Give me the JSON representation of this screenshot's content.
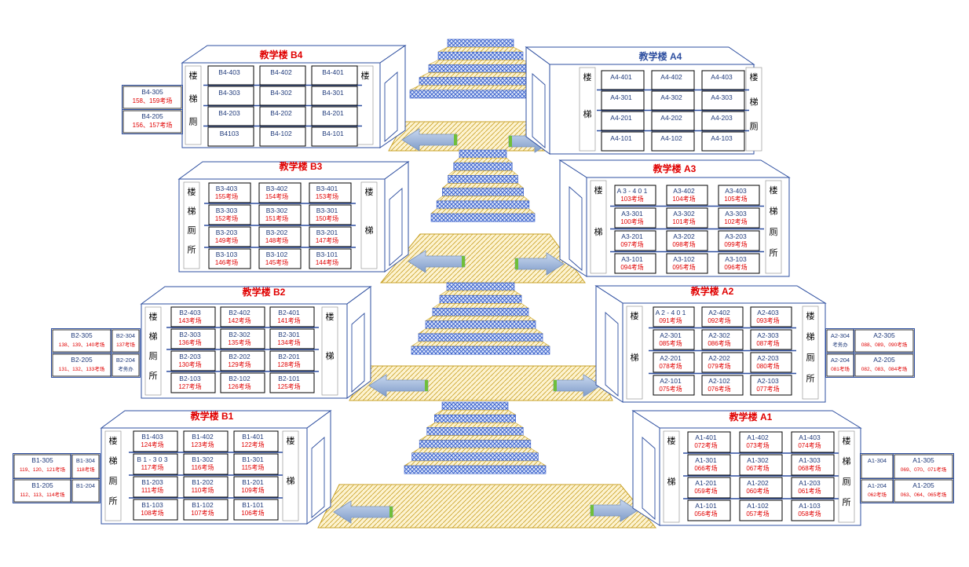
{
  "buildings": [
    {
      "key": "B4",
      "title": "教学楼 B4",
      "title_color": "#e00000",
      "labels": {
        "stair": [
          "楼",
          "梯",
          "厕"
        ],
        "stair_right": [
          "楼"
        ]
      },
      "rooms": [
        [
          "B4-403",
          ""
        ],
        [
          "B4-402",
          ""
        ],
        [
          "B4-401",
          ""
        ],
        [
          "B4-303",
          ""
        ],
        [
          "B4-302",
          ""
        ],
        [
          "B4-301",
          ""
        ],
        [
          "B4-203",
          ""
        ],
        [
          "B4-202",
          ""
        ],
        [
          "B4-201",
          ""
        ],
        [
          "B4103",
          ""
        ],
        [
          "B4-102",
          ""
        ],
        [
          "B4-101",
          ""
        ]
      ]
    },
    {
      "key": "A4",
      "title": "教学楼 A4",
      "title_color": "#2e4fa0",
      "labels": {
        "stair": [
          "楼",
          "梯"
        ],
        "stair_right": [
          "楼",
          "梯",
          "厕"
        ]
      },
      "rooms": [
        [
          "A4-401",
          ""
        ],
        [
          "A4-402",
          ""
        ],
        [
          "A4-403",
          ""
        ],
        [
          "A4-301",
          ""
        ],
        [
          "A4-302",
          ""
        ],
        [
          "A4-303",
          ""
        ],
        [
          "A4-201",
          ""
        ],
        [
          "A4-202",
          ""
        ],
        [
          "A4-203",
          ""
        ],
        [
          "A4-101",
          ""
        ],
        [
          "A4-102",
          ""
        ],
        [
          "A4-103",
          ""
        ]
      ]
    },
    {
      "key": "B3",
      "title": "教学楼 B3",
      "title_color": "#e00000",
      "labels": {
        "stair": [
          "楼",
          "梯",
          "厕",
          "所"
        ],
        "stair_right": [
          "楼",
          "梯"
        ]
      },
      "rooms": [
        [
          "B3-403",
          "155考场"
        ],
        [
          "B3-402",
          "154考场"
        ],
        [
          "B3-401",
          "153考场"
        ],
        [
          "B3-303",
          "152考场"
        ],
        [
          "B3-302",
          "151考场"
        ],
        [
          "B3-301",
          "150考场"
        ],
        [
          "B3-203",
          "149考场"
        ],
        [
          "B3-202",
          "148考场"
        ],
        [
          "B3-201",
          "147考场"
        ],
        [
          "B3-103",
          "146考场"
        ],
        [
          "B3-102",
          "145考场"
        ],
        [
          "B3-101",
          "144考场"
        ]
      ]
    },
    {
      "key": "A3",
      "title": "教学楼 A3",
      "title_color": "#e00000",
      "labels": {
        "stair": [
          "楼",
          "梯"
        ],
        "stair_right": [
          "楼",
          "梯",
          "厕",
          "所"
        ]
      },
      "rooms": [
        [
          "A 3 - 4 0 1",
          "103考场"
        ],
        [
          "A3-402",
          "104考场"
        ],
        [
          "A3-403",
          "105考场"
        ],
        [
          "A3-301",
          "100考场"
        ],
        [
          "A3-302",
          "101考场"
        ],
        [
          "A3-303",
          "102考场"
        ],
        [
          "A3-201",
          "097考场"
        ],
        [
          "A3-202",
          "098考场"
        ],
        [
          "A3-203",
          "099考场"
        ],
        [
          "A3-101",
          "094考场"
        ],
        [
          "A3-102",
          "095考场"
        ],
        [
          "A3-103",
          "096考场"
        ]
      ]
    },
    {
      "key": "B2",
      "title": "教学楼 B2",
      "title_color": "#e00000",
      "labels": {
        "stair": [
          "楼",
          "梯",
          "厕",
          "所"
        ],
        "stair_right": [
          "楼",
          "梯"
        ]
      },
      "rooms": [
        [
          "B2-403",
          "143考场"
        ],
        [
          "B2-402",
          "142考场"
        ],
        [
          "B2-401",
          "141考场"
        ],
        [
          "B2-303",
          "136考场"
        ],
        [
          "B2-302",
          "135考场"
        ],
        [
          "B2-301",
          "134考场"
        ],
        [
          "B2-203",
          "130考场"
        ],
        [
          "B2-202",
          "129考场"
        ],
        [
          "B2-201",
          "128考场"
        ],
        [
          "B2-103",
          "127考场"
        ],
        [
          "B2-102",
          "126考场"
        ],
        [
          "B2-101",
          "125考场"
        ]
      ]
    },
    {
      "key": "A2",
      "title": "教学楼 A2",
      "title_color": "#e00000",
      "labels": {
        "stair": [
          "楼",
          "梯"
        ],
        "stair_right": [
          "楼",
          "梯",
          "厕",
          "所"
        ]
      },
      "rooms": [
        [
          "A 2 - 4 0 1",
          "091考场"
        ],
        [
          "A2-402",
          "092考场"
        ],
        [
          "A2-403",
          "093考场"
        ],
        [
          "A2-301",
          "085考场"
        ],
        [
          "A2-302",
          "086考场"
        ],
        [
          "A2-303",
          "087考场"
        ],
        [
          "A2-201",
          "078考场"
        ],
        [
          "A2-202",
          "079考场"
        ],
        [
          "A2-203",
          "080考场"
        ],
        [
          "A2-101",
          "075考场"
        ],
        [
          "A2-102",
          "076考场"
        ],
        [
          "A2-103",
          "077考场"
        ]
      ]
    },
    {
      "key": "B1",
      "title": "教学楼 B1",
      "title_color": "#e00000",
      "labels": {
        "stair": [
          "楼",
          "梯",
          "厕",
          "所"
        ],
        "stair_right": [
          "楼",
          "梯"
        ]
      },
      "rooms": [
        [
          "B1-403",
          "124考场"
        ],
        [
          "B1-402",
          "123考场"
        ],
        [
          "B1-401",
          "122考场"
        ],
        [
          "B 1 - 3 0 3",
          "117考场"
        ],
        [
          "B1-302",
          "116考场"
        ],
        [
          "B1-301",
          "115考场"
        ],
        [
          "B1-203",
          "111考场"
        ],
        [
          "B1-202",
          "110考场"
        ],
        [
          "B1-201",
          "109考场"
        ],
        [
          "B1-103",
          "108考场"
        ],
        [
          "B1-102",
          "107考场"
        ],
        [
          "B1-101",
          "106考场"
        ]
      ]
    },
    {
      "key": "A1",
      "title": "教学楼 A1",
      "title_color": "#e00000",
      "labels": {
        "stair": [
          "楼",
          "梯"
        ],
        "stair_right": [
          "楼",
          "梯",
          "厕",
          "所"
        ]
      },
      "rooms": [
        [
          "A1-401",
          "072考场"
        ],
        [
          "A1-402",
          "073考场"
        ],
        [
          "A1-403",
          "074考场"
        ],
        [
          "A1-301",
          "066考场"
        ],
        [
          "A1-302",
          "067考场"
        ],
        [
          "A1-303",
          "068考场"
        ],
        [
          "A1-201",
          "059考场"
        ],
        [
          "A1-202",
          "060考场"
        ],
        [
          "A1-203",
          "061考场"
        ],
        [
          "A1-101",
          "056考场"
        ],
        [
          "A1-102",
          "057考场"
        ],
        [
          "A1-103",
          "058考场"
        ]
      ]
    }
  ],
  "annexes": [
    {
      "key": "B4-305",
      "name": "B4-305",
      "exam": "158、159考场"
    },
    {
      "key": "B4-205",
      "name": "B4-205",
      "exam": "156、157考场"
    },
    {
      "key": "B2-305",
      "name": "B2-305",
      "exam": "138、139、140考场"
    },
    {
      "key": "B2-304",
      "name": "B2-304",
      "exam": "137考场"
    },
    {
      "key": "B2-205",
      "name": "B2-205",
      "exam": "131、132、133考场"
    },
    {
      "key": "B2-204",
      "name": "B2-204",
      "exam": "考务办"
    },
    {
      "key": "A2-304",
      "name": "A2-304",
      "exam": "考务办"
    },
    {
      "key": "A2-305",
      "name": "A2-305",
      "exam": "088、089、090考场"
    },
    {
      "key": "A2-204",
      "name": "A2-204",
      "exam": "081考场"
    },
    {
      "key": "A2-205",
      "name": "A2-205",
      "exam": "082、083、084考场"
    },
    {
      "key": "B1-305",
      "name": "B1-305",
      "exam": "119、120、121考场"
    },
    {
      "key": "B1-304",
      "name": "B1-304",
      "exam": "118考场"
    },
    {
      "key": "B1-205",
      "name": "B1-205",
      "exam": "112、113、114考场"
    },
    {
      "key": "B1-204",
      "name": "B1-204",
      "exam": ""
    },
    {
      "key": "A1-304",
      "name": "A1-304",
      "exam": ""
    },
    {
      "key": "A1-305",
      "name": "A1-305",
      "exam": "069、070、071考场"
    },
    {
      "key": "A1-204",
      "name": "A1-204",
      "exam": "062考场"
    },
    {
      "key": "A1-205",
      "name": "A1-205",
      "exam": "063、064、065考场"
    }
  ],
  "colors": {
    "outline": "#2e4fa0",
    "text_red": "#e00000",
    "text_blue": "#1f3a7a",
    "hatch": "#c9a227",
    "stair_blue": "#3a62c0",
    "arrow": "#8aa9d6"
  }
}
